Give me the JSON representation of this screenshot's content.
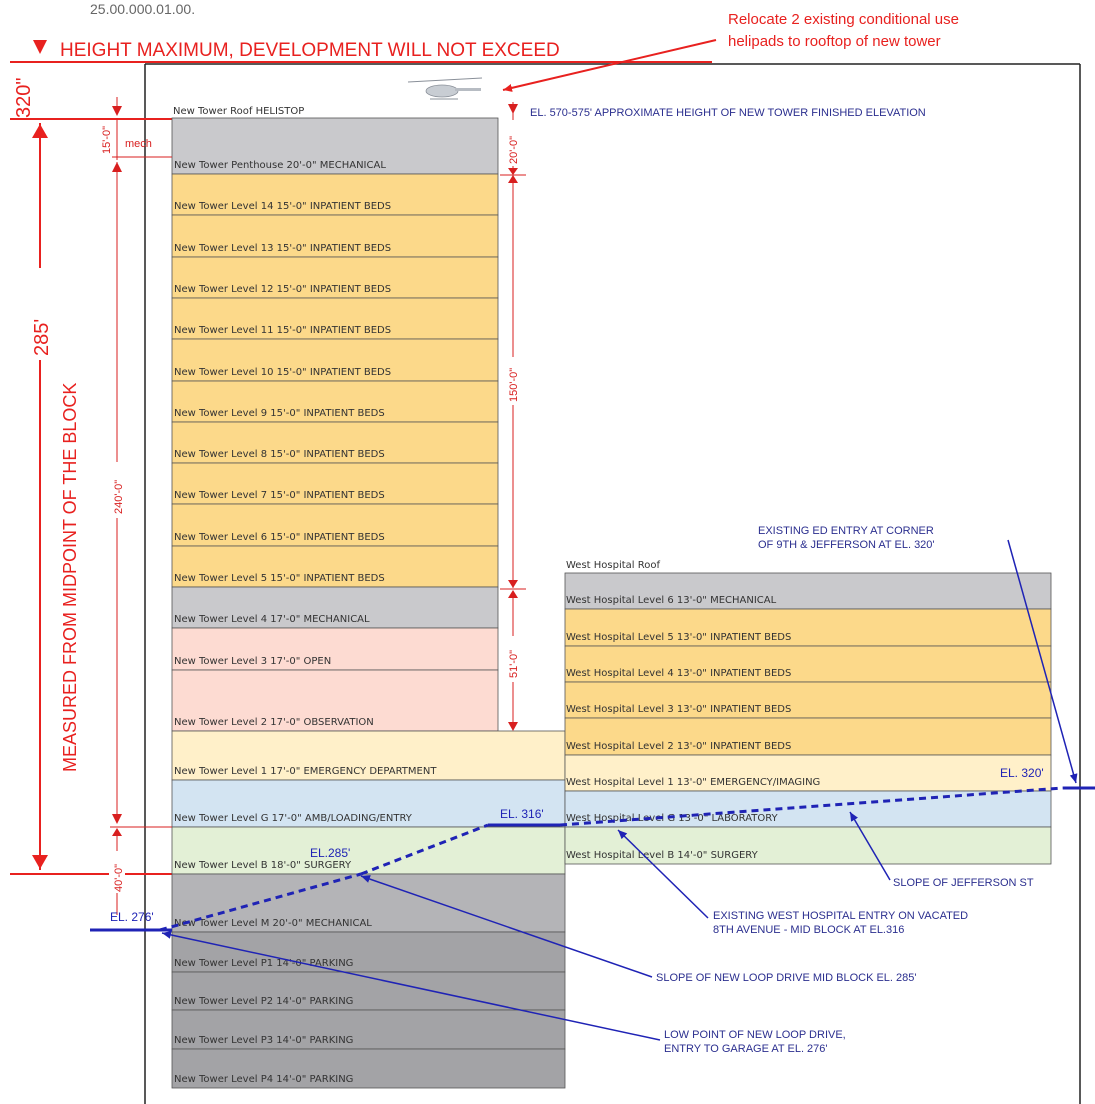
{
  "cropped_top_text": "25.00.000.01.00.",
  "height_max_label": "HEIGHT MAXIMUM, DEVELOPMENT WILL NOT EXCEED",
  "relocate_note": [
    "Relocate 2 existing conditional use",
    "helipads to rooftop of new tower"
  ],
  "dim_320": "320\"",
  "dim_285": "285'",
  "measured_label": "MEASURED FROM MIDPOINT OF THE BLOCK",
  "dims": {
    "d15": "15'-0\"",
    "mech": "mech",
    "d240": "240'-0\"",
    "d40": "40'-0\"",
    "d20": "20'-0\"",
    "d150": "150'-0\"",
    "d51": "51'-0\""
  },
  "tower_roof_label": "New Tower Roof  HELISTOP",
  "el_tower_note": "EL. 570-575' APPROXIMATE HEIGHT OF NEW TOWER FINISHED ELEVATION",
  "colors": {
    "mechanical": "#c9c9cc",
    "inpatient": "#fcd98a",
    "open_obs": "#fddbd2",
    "emergency": "#fff0c9",
    "entry_lab": "#d3e4f2",
    "surgery": "#e3f0d6",
    "parking": "#a3a3a6",
    "below_grade_mech": "#b4b4b7",
    "blue_line": "#1f23b5",
    "red": "#e8211f"
  },
  "tower_floors": [
    {
      "label": "New Tower Penthouse   20'-0\"  MECHANICAL",
      "use": "mechanical"
    },
    {
      "label": "New Tower Level 14   15'-0\"  INPATIENT BEDS",
      "use": "inpatient"
    },
    {
      "label": "New Tower Level 13   15'-0\"  INPATIENT BEDS",
      "use": "inpatient"
    },
    {
      "label": "New Tower Level 12   15'-0\"  INPATIENT BEDS",
      "use": "inpatient"
    },
    {
      "label": "New Tower Level 11   15'-0\"  INPATIENT BEDS",
      "use": "inpatient"
    },
    {
      "label": "New Tower Level 10   15'-0\"  INPATIENT BEDS",
      "use": "inpatient"
    },
    {
      "label": "New Tower Level 9   15'-0\"  INPATIENT BEDS",
      "use": "inpatient"
    },
    {
      "label": "New Tower Level 8   15'-0\"  INPATIENT BEDS",
      "use": "inpatient"
    },
    {
      "label": "New Tower Level 7   15'-0\"  INPATIENT BEDS",
      "use": "inpatient"
    },
    {
      "label": "New Tower Level 6   15'-0\"  INPATIENT BEDS",
      "use": "inpatient"
    },
    {
      "label": "New Tower Level 5   15'-0\"  INPATIENT BEDS",
      "use": "inpatient"
    },
    {
      "label": "New Tower Level 4   17'-0\"  MECHANICAL",
      "use": "mechanical"
    },
    {
      "label": "New Tower Level 3   17'-0\"  OPEN",
      "use": "open_obs"
    },
    {
      "label": "New Tower Level 2   17'-0\"  OBSERVATION",
      "use": "open_obs"
    }
  ],
  "podium_floors": [
    {
      "label": "New Tower Level 1   17'-0\"  EMERGENCY DEPARTMENT",
      "use": "emergency"
    },
    {
      "label": "New Tower Level G   17'-0\"  AMB/LOADING/ENTRY",
      "use": "entry_lab"
    },
    {
      "label": "New Tower Level B   18'-0\"  SURGERY",
      "use": "surgery"
    }
  ],
  "below_floors": [
    {
      "label": "New Tower Level M   20'-0\"  MECHANICAL",
      "use": "below_grade_mech"
    },
    {
      "label": "New Tower Level P1   14'-0\"  PARKING",
      "use": "parking"
    },
    {
      "label": "New Tower Level P2   14'-0\"  PARKING",
      "use": "parking"
    },
    {
      "label": "New Tower Level P3   14'-0\"  PARKING",
      "use": "parking"
    },
    {
      "label": "New Tower Level P4   14'-0\"  PARKING",
      "use": "parking"
    }
  ],
  "west_roof_label": "West Hospital Roof",
  "west_floors": [
    {
      "label": "West Hospital Level 6   13'-0\"  MECHANICAL",
      "use": "mechanical"
    },
    {
      "label": "West Hospital Level 5   13'-0\"  INPATIENT BEDS",
      "use": "inpatient"
    },
    {
      "label": "West Hospital Level 4   13'-0\"  INPATIENT BEDS",
      "use": "inpatient"
    },
    {
      "label": "West Hospital Level 3   13'-0\"  INPATIENT BEDS",
      "use": "inpatient"
    },
    {
      "label": "West Hospital Level 2   13'-0\"  INPATIENT BEDS",
      "use": "inpatient"
    },
    {
      "label": "West Hospital Level 1   13'-0\"  EMERGENCY/IMAGING",
      "use": "emergency"
    },
    {
      "label": "West Hospital Level G   13'-0\"  LABORATORY",
      "use": "entry_lab"
    },
    {
      "label": "West Hospital Level B   14'-0\"  SURGERY",
      "use": "surgery"
    }
  ],
  "elevations": {
    "el_316": "EL. 316'",
    "el_285": "EL.285'",
    "el_276": "EL. 276'",
    "el_320": "EL. 320'"
  },
  "notes": {
    "existing_ed": [
      "EXISTING ED ENTRY AT CORNER",
      "OF 9TH & JEFFERSON AT EL. 320'"
    ],
    "slope_jefferson": "SLOPE OF JEFFERSON ST",
    "west_entry": [
      "EXISTING WEST HOSPITAL ENTRY ON VACATED",
      "8TH AVENUE - MID BLOCK AT EL.316"
    ],
    "slope_loop": "SLOPE OF NEW LOOP DRIVE MID BLOCK EL. 285'",
    "low_point": [
      "LOW POINT OF NEW LOOP DRIVE,",
      "ENTRY TO GARAGE AT EL. 276'"
    ]
  }
}
